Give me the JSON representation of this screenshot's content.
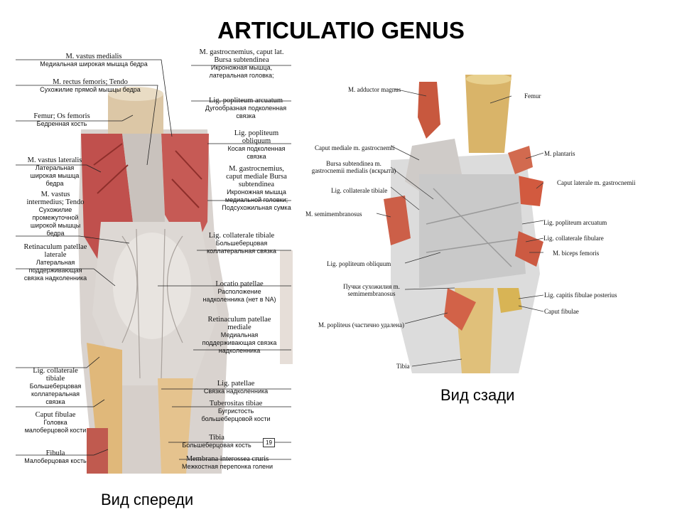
{
  "title": "ARTICULATIO GENUS",
  "captions": {
    "front": "Вид спереди",
    "back": "Вид сзади"
  },
  "page_number": "19",
  "front_left_labels": [
    {
      "la": "M. vastus medialis",
      "ru": "Медиальная широкая мышца бедра"
    },
    {
      "la": "M. rectus femoris; Tendo",
      "ru": "Сухожилие прямой мышцы бедра"
    },
    {
      "la": "Femur; Os femoris",
      "ru": "Бедренная кость"
    },
    {
      "la": "M. vastus lateralis",
      "ru": "Латеральная широкая мышца бедра"
    },
    {
      "la": "M. vastus intermedius; Tendo",
      "ru": "Сухожилие промежуточной широкой мышцы бедра"
    },
    {
      "la": "Retinaculum patellae laterale",
      "ru": "Латеральная поддерживающая связка надколенника"
    },
    {
      "la": "Lig. collaterale tibiale",
      "ru": "Большеберцовая коллатеральная связка"
    },
    {
      "la": "Caput fibulae",
      "ru": "Головка малоберцовой кости"
    },
    {
      "la": "Fibula",
      "ru": "Малоберцовая кость"
    }
  ],
  "front_right_labels": [
    {
      "la": "M. gastrocnemius, caput lat. Bursa subtendinea",
      "ru": "Икроножная мышца, латеральная головка; Подсухожильная с..."
    },
    {
      "la": "Lig. popliteum arcuatum",
      "ru": "Дугообразная подколенная связка"
    },
    {
      "la": "Lig. popliteum obliquum",
      "ru": "Косая подколенная связка"
    },
    {
      "la": "M. gastrocnemius, caput mediale Bursa subtendinea",
      "ru": "Икроножная мышца медиальной головки; Подсухожильная сумка"
    },
    {
      "la": "Lig. collaterale tibiale",
      "ru": "Большеберцовая коллатеральная связка"
    },
    {
      "la": "Locatio patellae",
      "ru": "Расположение надколенника (нет в NA)"
    },
    {
      "la": "Retinaculum patellae mediale",
      "ru": "Медиальная поддерживающая связка надколенника"
    },
    {
      "la": "Lig. patellae",
      "ru": "Связка надколенника"
    },
    {
      "la": "Tuberositas tibiae",
      "ru": "Бугристость большеберцовой кости"
    },
    {
      "la": "Tibia",
      "ru": "Большеберцовая кость"
    },
    {
      "la": "Membrana interossea cruris",
      "ru": "Межкостная перепонка голени"
    }
  ],
  "back_labels": {
    "adductor": "M. adductor magnus",
    "femur": "Femur",
    "caput_mediale": "Caput mediale m. gastrocnemii",
    "bursa": "Bursa subtendinea m. gastrocnemii medialis (вскрыта)",
    "plantaris": "M. plantaris",
    "caput_laterale": "Caput laterale m. gastrocnemii",
    "lig_coll_tib": "Lig. collaterale tibiale",
    "semimembranosus": "M. semimembranosus",
    "lig_pop_arc": "Lig. popliteum arcuatum",
    "lig_coll_fib": "Lig. collaterale fibulare",
    "biceps": "M. biceps femoris",
    "lig_pop_obl": "Lig. popliteum obliquum",
    "puchki": "Пучки сухожилия m. semimembranosus",
    "lig_cap_fib": "Lig. capitis fibulae posterius",
    "caput_fibulae": "Caput fibulae",
    "popliteus": "M. popliteus (частично удалена)",
    "tibia": "Tibia"
  }
}
